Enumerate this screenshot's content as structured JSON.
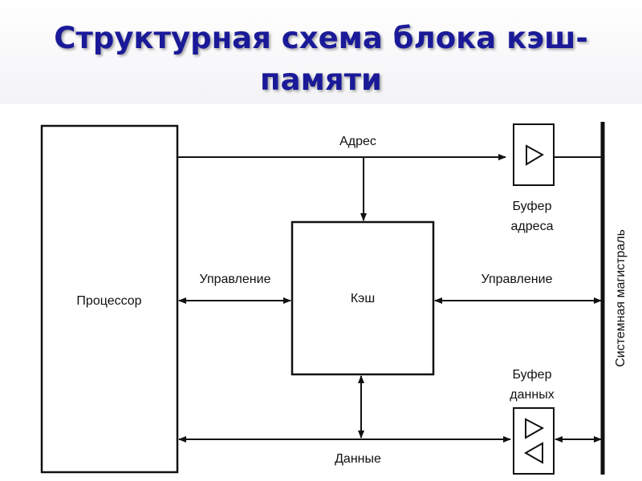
{
  "title": {
    "line1": "Структурная схема блока кэш-",
    "line2": "памяти"
  },
  "diagram": {
    "processor": "Процессор",
    "cache": "Кэш",
    "address_label": "Адрес",
    "control_left": "Управление",
    "control_right": "Управление",
    "data_label": "Данные",
    "address_buffer": [
      "Буфер",
      "адреса"
    ],
    "data_buffer": [
      "Буфер",
      "данных"
    ],
    "system_bus": "Системная магистраль"
  },
  "colors": {
    "title": "#1a1a99",
    "lines": "#111111"
  }
}
